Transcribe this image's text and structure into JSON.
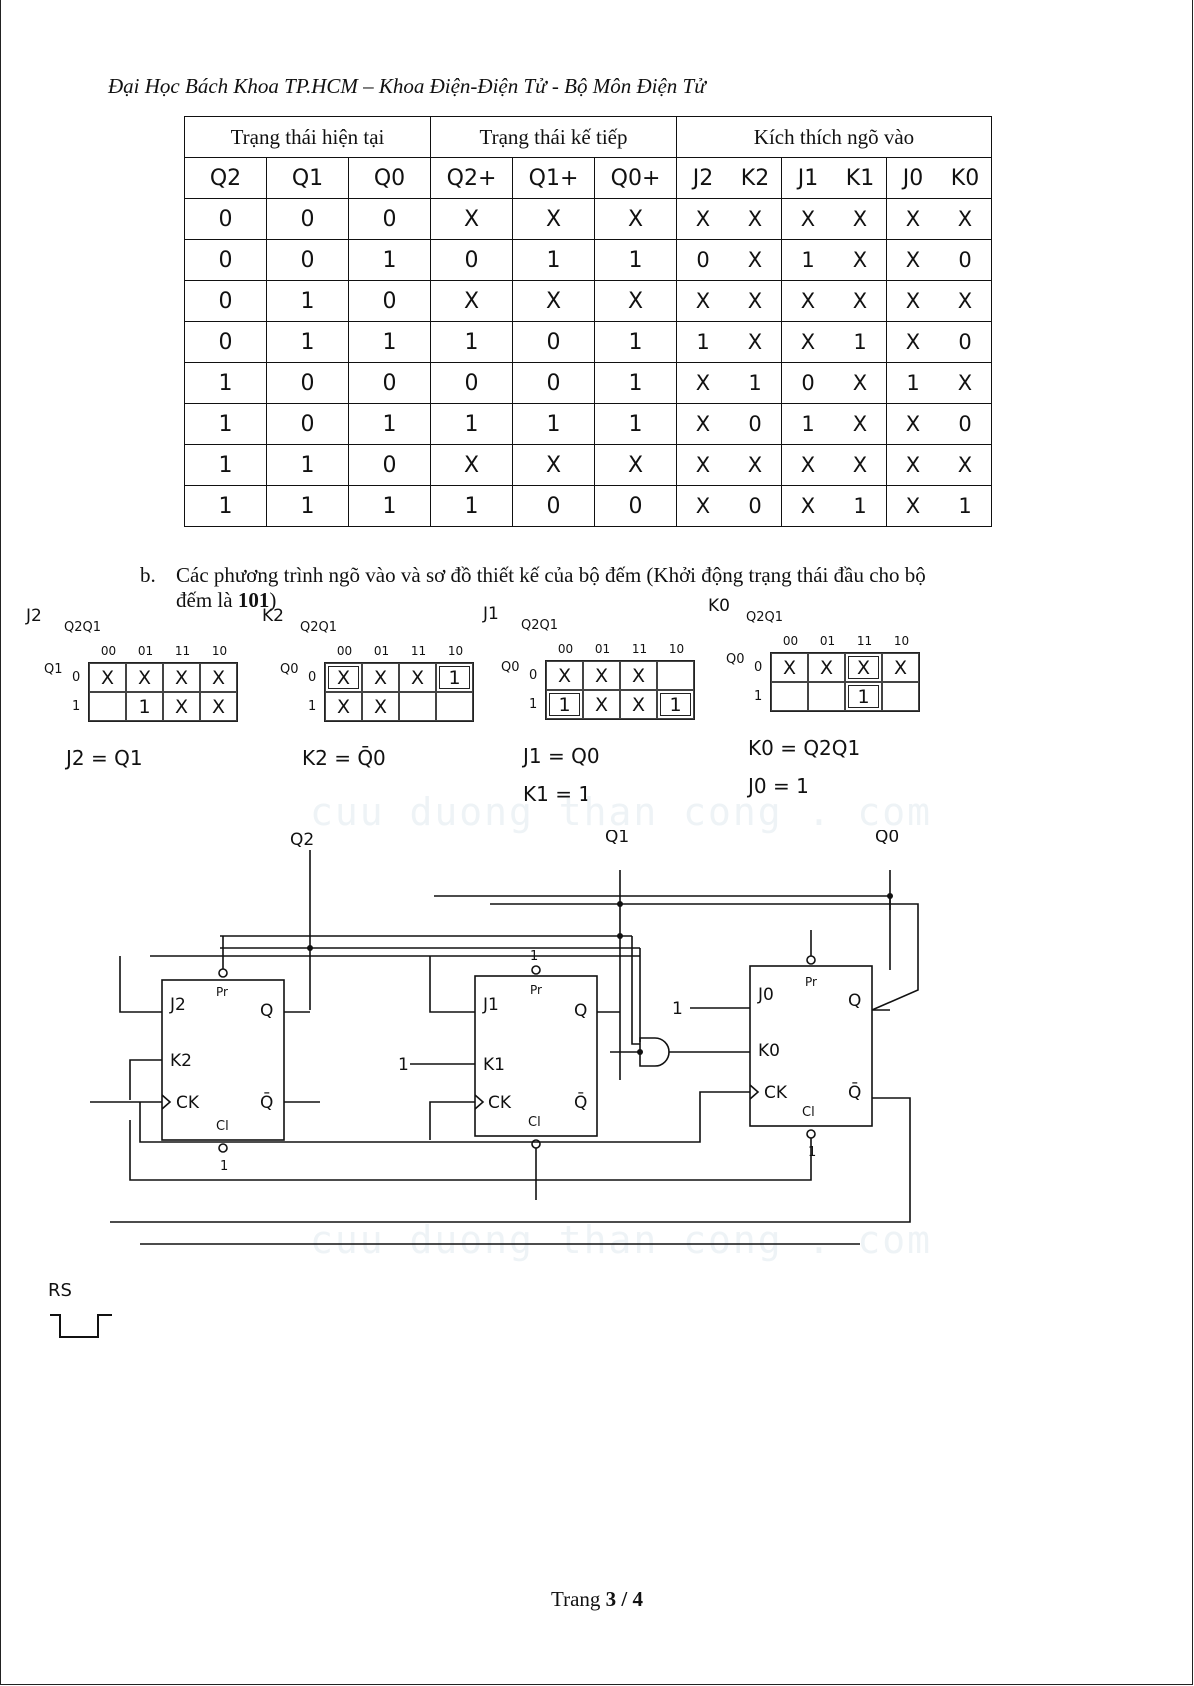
{
  "header": "Đại Học Bách Khoa TP.HCM – Khoa Điện-Điện Tử - Bộ Môn Điện Tử",
  "table": {
    "groups": [
      "Trạng thái hiện tại",
      "Trạng thái kế tiếp",
      "Kích thích ngõ vào"
    ],
    "present_vars": [
      "Q2",
      "Q1",
      "Q0"
    ],
    "next_vars": [
      "Q2+",
      "Q1+",
      "Q0+"
    ],
    "excitation_vars": [
      [
        "J2",
        "K2"
      ],
      [
        "J1",
        "K1"
      ],
      [
        "J0",
        "K0"
      ]
    ],
    "rows": [
      {
        "present": [
          "0",
          "0",
          "0"
        ],
        "next": [
          "X",
          "X",
          "X"
        ],
        "exc": [
          [
            "X",
            "X"
          ],
          [
            "X",
            "X"
          ],
          [
            "X",
            "X"
          ]
        ]
      },
      {
        "present": [
          "0",
          "0",
          "1"
        ],
        "next": [
          "0",
          "1",
          "1"
        ],
        "exc": [
          [
            "0",
            "X"
          ],
          [
            "1",
            "X"
          ],
          [
            "X",
            "0"
          ]
        ]
      },
      {
        "present": [
          "0",
          "1",
          "0"
        ],
        "next": [
          "X",
          "X",
          "X"
        ],
        "exc": [
          [
            "X",
            "X"
          ],
          [
            "X",
            "X"
          ],
          [
            "X",
            "X"
          ]
        ]
      },
      {
        "present": [
          "0",
          "1",
          "1"
        ],
        "next": [
          "1",
          "0",
          "1"
        ],
        "exc": [
          [
            "1",
            "X"
          ],
          [
            "X",
            "1"
          ],
          [
            "X",
            "0"
          ]
        ]
      },
      {
        "present": [
          "1",
          "0",
          "0"
        ],
        "next": [
          "0",
          "0",
          "1"
        ],
        "exc": [
          [
            "X",
            "1"
          ],
          [
            "0",
            "X"
          ],
          [
            "1",
            "X"
          ]
        ]
      },
      {
        "present": [
          "1",
          "0",
          "1"
        ],
        "next": [
          "1",
          "1",
          "1"
        ],
        "exc": [
          [
            "X",
            "0"
          ],
          [
            "1",
            "X"
          ],
          [
            "X",
            "0"
          ]
        ]
      },
      {
        "present": [
          "1",
          "1",
          "0"
        ],
        "next": [
          "X",
          "X",
          "X"
        ],
        "exc": [
          [
            "X",
            "X"
          ],
          [
            "X",
            "X"
          ],
          [
            "X",
            "X"
          ]
        ]
      },
      {
        "present": [
          "1",
          "1",
          "1"
        ],
        "next": [
          "1",
          "0",
          "0"
        ],
        "exc": [
          [
            "X",
            "0"
          ],
          [
            "X",
            "1"
          ],
          [
            "X",
            "1"
          ]
        ]
      }
    ]
  },
  "part_b": {
    "label": "b.",
    "text_1": "Các phương trình ngõ vào và sơ đồ thiết kế của bộ đếm (Khởi động trạng thái đầu cho bộ",
    "text_2a": "đếm là ",
    "text_2b": "101",
    "text_2c": ")"
  },
  "kmaps": [
    {
      "title": "J2",
      "vars": "Q2Q1",
      "row_var": "Q1",
      "cols": [
        "00",
        "01",
        "11",
        "10"
      ],
      "rows": [
        "0",
        "1"
      ],
      "cells": [
        [
          "X",
          "X",
          "X",
          "X"
        ],
        [
          "",
          "1",
          "X",
          "X"
        ]
      ],
      "eq": [
        "J2 = Q1"
      ]
    },
    {
      "title": "K2",
      "vars": "Q2Q1",
      "row_var": "Q0",
      "cols": [
        "00",
        "01",
        "11",
        "10"
      ],
      "rows": [
        "0",
        "1"
      ],
      "cells": [
        [
          "X",
          "X",
          "X",
          "1"
        ],
        [
          "X",
          "X",
          "",
          ""
        ]
      ],
      "eq": [
        "K2 = Q̄0"
      ]
    },
    {
      "title": "J1",
      "vars": "Q2Q1",
      "row_var": "Q0",
      "cols": [
        "00",
        "01",
        "11",
        "10"
      ],
      "rows": [
        "0",
        "1"
      ],
      "cells": [
        [
          "X",
          "X",
          "X",
          ""
        ],
        [
          "1",
          "X",
          "X",
          "1"
        ]
      ],
      "eq": [
        "J1 = Q0",
        "K1 = 1"
      ]
    },
    {
      "title": "K0",
      "vars": "Q2Q1",
      "row_var": "Q0",
      "cols": [
        "00",
        "01",
        "11",
        "10"
      ],
      "rows": [
        "0",
        "1"
      ],
      "cells": [
        [
          "X",
          "X",
          "X",
          "X"
        ],
        [
          "",
          "",
          "1",
          ""
        ]
      ],
      "eq": [
        "K0 = Q2Q1",
        "J0 = 1"
      ]
    }
  ],
  "watermark": "cuu duong than cong . com",
  "circuit": {
    "outputs": [
      "Q2",
      "Q1",
      "Q0"
    ],
    "ff": [
      {
        "j": "J2",
        "k": "K2",
        "pr": "Pr",
        "clk": "CK",
        "cl": "Cl",
        "q": "Q",
        "qbar": "Q̄",
        "pr_val": "",
        "cl_val": "1"
      },
      {
        "j": "J1",
        "k": "K1",
        "pr": "Pr",
        "clk": "CK",
        "cl": "Cl",
        "q": "Q",
        "qbar": "Q̄",
        "pr_val": "1",
        "cl_val": ""
      },
      {
        "j": "J0",
        "k": "K0",
        "pr": "Pr",
        "clk": "CK",
        "cl": "Cl",
        "q": "Q",
        "qbar": "Q̄",
        "pr_val": "",
        "cl_val": "1"
      }
    ],
    "const_one": "1"
  },
  "rs_label": "RS",
  "footer": {
    "prefix": "Trang ",
    "page": "3",
    "sep": " / ",
    "total": "4"
  }
}
